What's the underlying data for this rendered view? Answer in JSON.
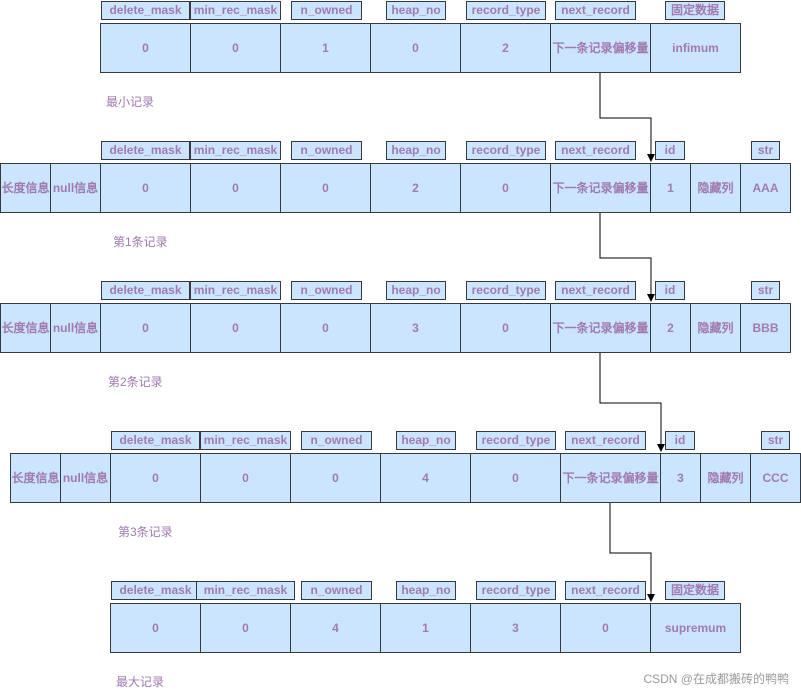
{
  "records": [
    {
      "labels": {
        "delete_mask": "delete_mask",
        "min_rec_mask": "min_rec_mask",
        "n_owned": "n_owned",
        "heap_no": "heap_no",
        "record_type": "record_type",
        "next_record": "next_record",
        "extra": "固定数据"
      },
      "cells": {
        "delete_mask": "0",
        "min_rec_mask": "0",
        "n_owned": "1",
        "heap_no": "0",
        "record_type": "2",
        "next_record": "下一条记录偏移量",
        "data": "infimum"
      },
      "caption": "最小记录"
    },
    {
      "labels": {
        "delete_mask": "delete_mask",
        "min_rec_mask": "min_rec_mask",
        "n_owned": "n_owned",
        "heap_no": "heap_no",
        "record_type": "record_type",
        "next_record": "next_record",
        "id": "id",
        "str": "str"
      },
      "cells": {
        "len_info": "长度信息",
        "null_info": "null信息",
        "delete_mask": "0",
        "min_rec_mask": "0",
        "n_owned": "0",
        "heap_no": "2",
        "record_type": "0",
        "next_record": "下一条记录偏移量",
        "id": "1",
        "hidden": "隐藏列",
        "str": "AAA"
      },
      "caption": "第1条记录"
    },
    {
      "labels": {
        "delete_mask": "delete_mask",
        "min_rec_mask": "min_rec_mask",
        "n_owned": "n_owned",
        "heap_no": "heap_no",
        "record_type": "record_type",
        "next_record": "next_record",
        "id": "id",
        "str": "str"
      },
      "cells": {
        "len_info": "长度信息",
        "null_info": "null信息",
        "delete_mask": "0",
        "min_rec_mask": "0",
        "n_owned": "0",
        "heap_no": "3",
        "record_type": "0",
        "next_record": "下一条记录偏移量",
        "id": "2",
        "hidden": "隐藏列",
        "str": "BBB"
      },
      "caption": "第2条记录"
    },
    {
      "labels": {
        "delete_mask": "delete_mask",
        "min_rec_mask": "min_rec_mask",
        "n_owned": "n_owned",
        "heap_no": "heap_no",
        "record_type": "record_type",
        "next_record": "next_record",
        "id": "id",
        "str": "str"
      },
      "cells": {
        "len_info": "长度信息",
        "null_info": "null信息",
        "delete_mask": "0",
        "min_rec_mask": "0",
        "n_owned": "0",
        "heap_no": "4",
        "record_type": "0",
        "next_record": "下一条记录偏移量",
        "id": "3",
        "hidden": "隐藏列",
        "str": "CCC"
      },
      "caption": "第3条记录"
    },
    {
      "labels": {
        "delete_mask": "delete_mask",
        "min_rec_mask": "min_rec_mask",
        "n_owned": "n_owned",
        "heap_no": "heap_no",
        "record_type": "record_type",
        "next_record": "next_record",
        "extra": "固定数据"
      },
      "cells": {
        "delete_mask": "0",
        "min_rec_mask": "0",
        "n_owned": "4",
        "heap_no": "1",
        "record_type": "3",
        "next_record": "0",
        "data": "supremum"
      },
      "caption": "最大记录"
    }
  ],
  "watermark": "CSDN @在成都搬砖的鸭鸭",
  "colors": {
    "fill": "#cce5ff",
    "border": "#36393d",
    "text": "#a07ab0"
  }
}
